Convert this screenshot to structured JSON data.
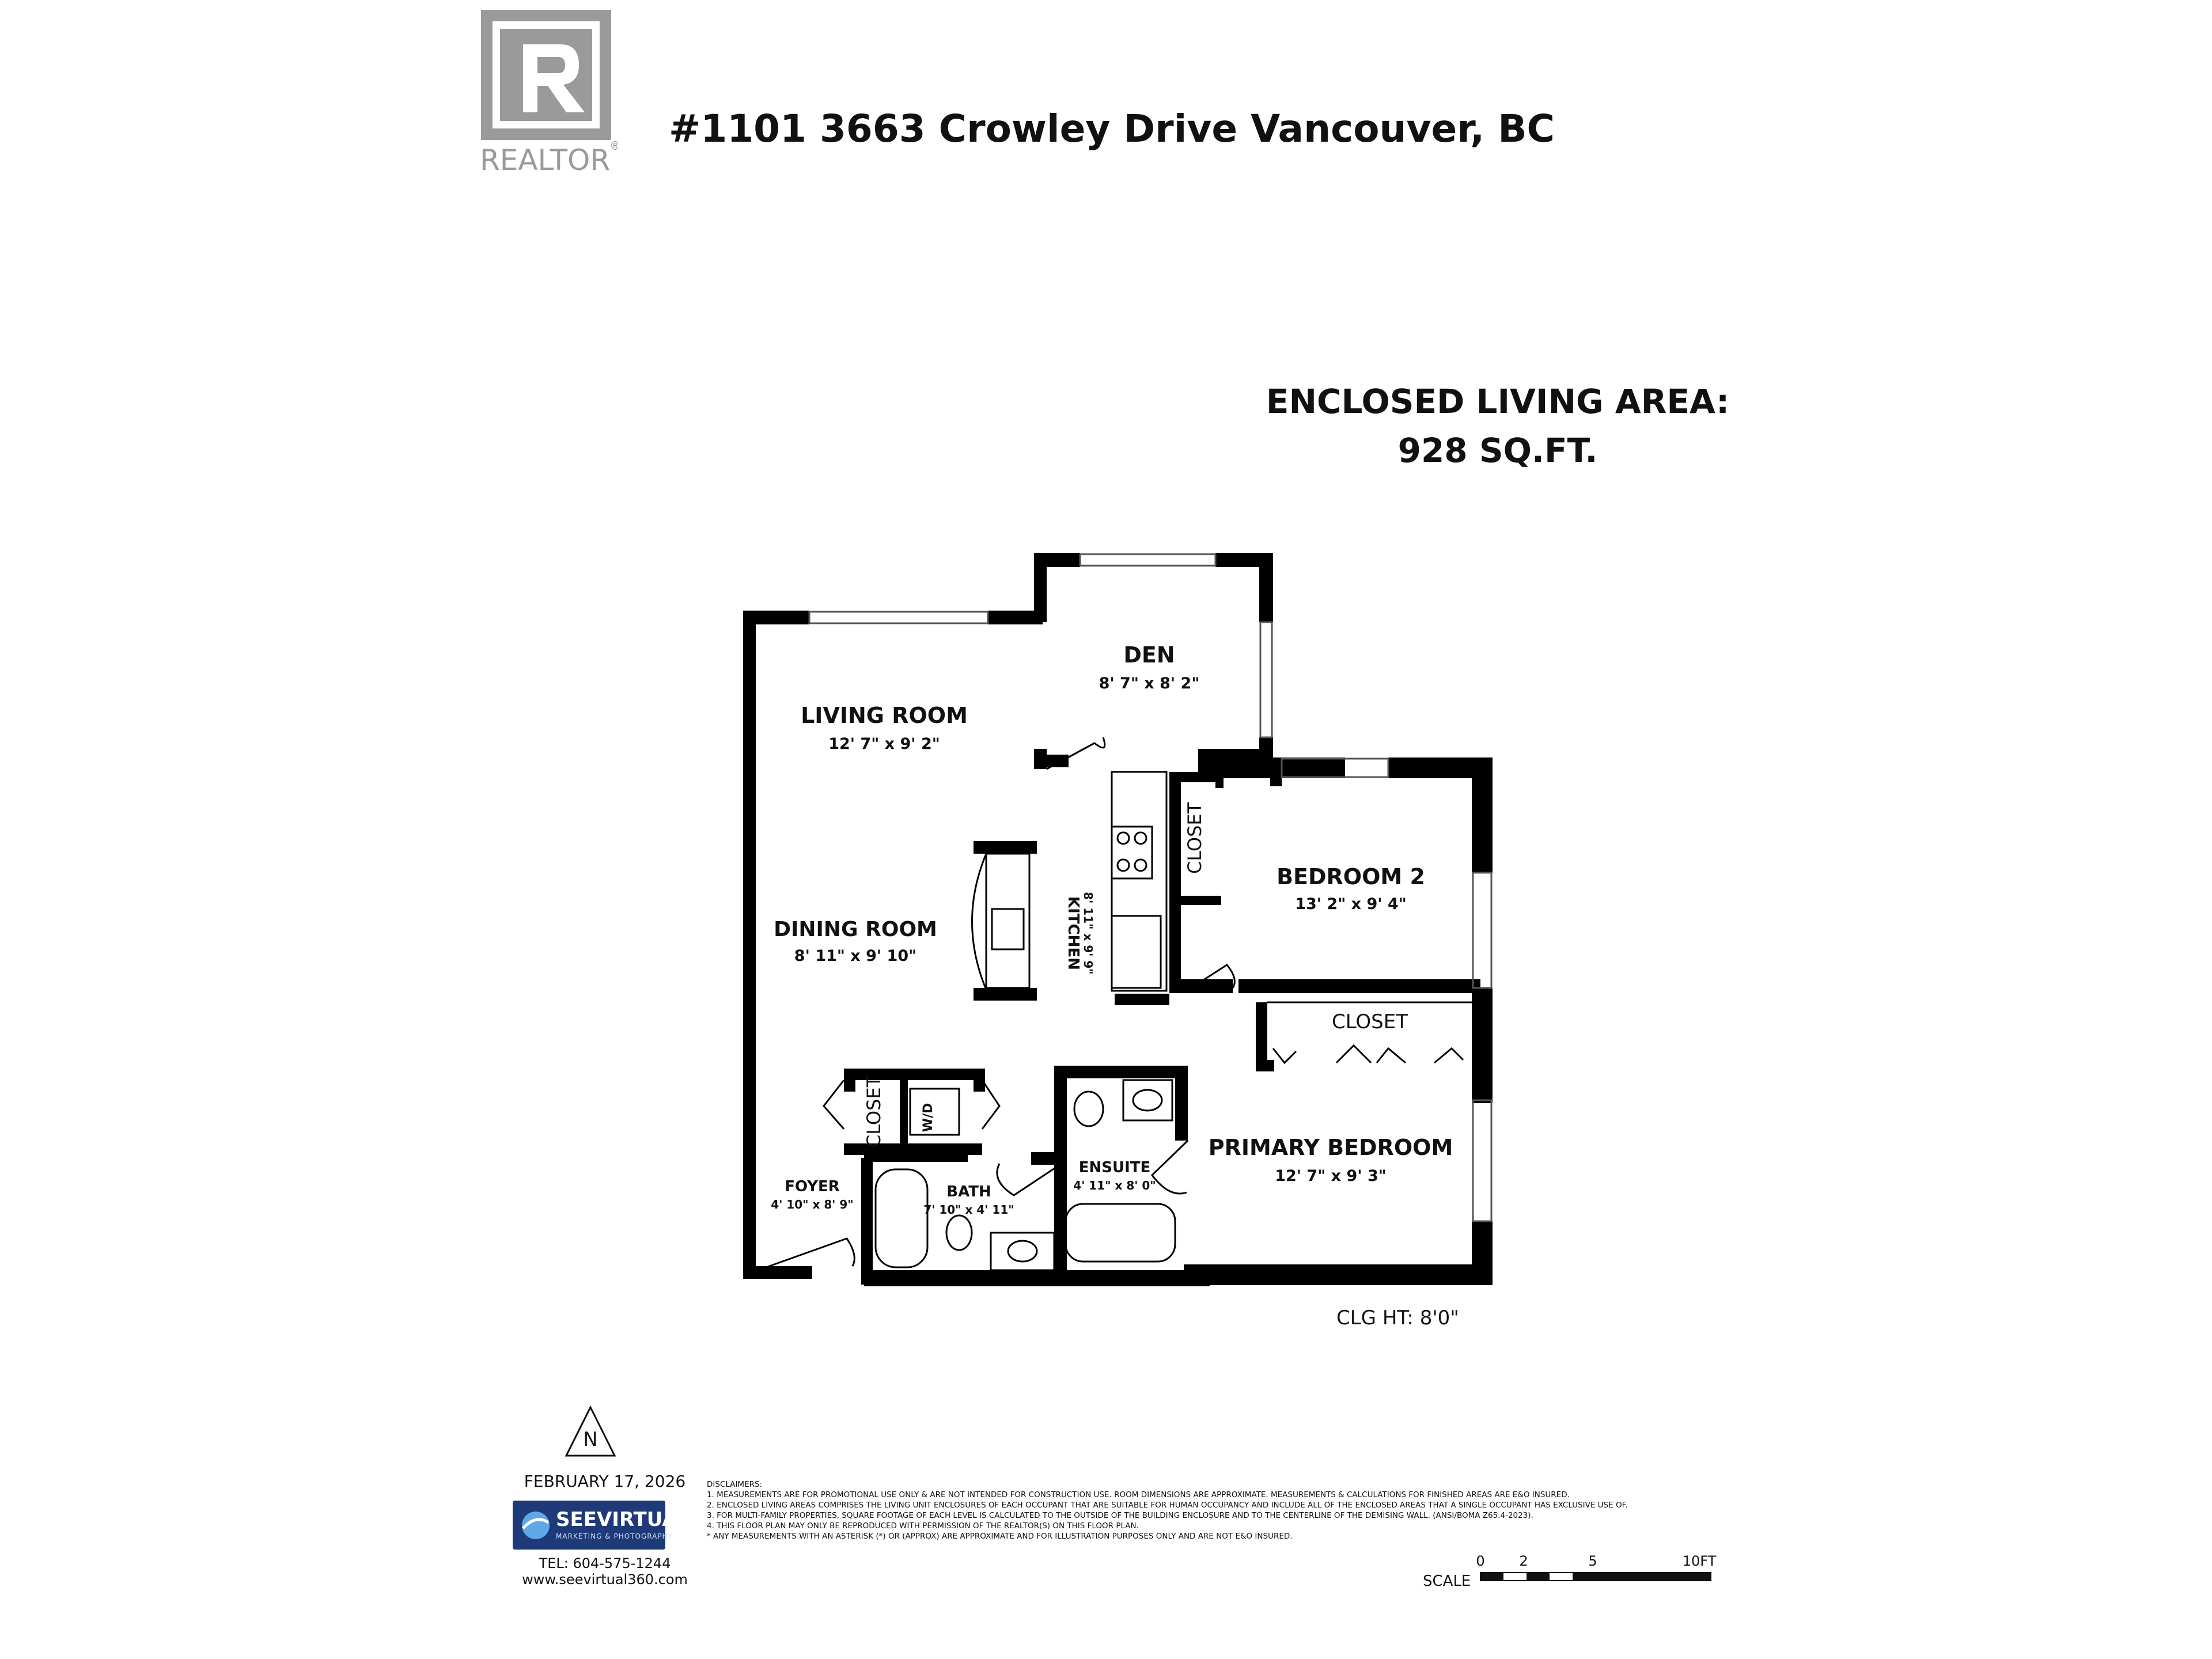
{
  "branding": {
    "realtor_logo_text": "REALTOR",
    "company_name": "SEEVIRTUAL",
    "company_tagline": "MARKETING & PHOTOGRAPHY",
    "tel": "TEL: 604-575-1244",
    "website": "www.seevirtual360.com"
  },
  "address": "#1101 3663 Crowley Drive Vancouver, BC",
  "area": {
    "label": "ENCLOSED LIVING AREA:",
    "value": "928 SQ.FT."
  },
  "rooms": {
    "den": {
      "name": "DEN",
      "dims": "8' 7\" x 8' 2\""
    },
    "living": {
      "name": "LIVING ROOM",
      "dims": "12' 7\" x 9' 2\""
    },
    "dining": {
      "name": "DINING ROOM",
      "dims": "8' 11\" x 9' 10\""
    },
    "kitchen": {
      "name": "KITCHEN",
      "dims": "8' 11\" x 9' 9\""
    },
    "bedroom2": {
      "name": "BEDROOM 2",
      "dims": "13' 2\" x 9' 4\""
    },
    "closet_bedroom2": {
      "name": "CLOSET"
    },
    "closet_primary": {
      "name": "CLOSET"
    },
    "closet_foyer": {
      "name": "CLOSET"
    },
    "wd": {
      "name": "W/D"
    },
    "primary": {
      "name": "PRIMARY BEDROOM",
      "dims": "12' 7\" x 9' 3\""
    },
    "ensuite": {
      "name": "ENSUITE",
      "dims": "4' 11\" x 8' 0\""
    },
    "bath": {
      "name": "BATH",
      "dims": "7' 10\" x 4' 11\""
    },
    "foyer": {
      "name": "FOYER",
      "dims": "4' 10\" x 8' 9\""
    }
  },
  "ceiling_height": "CLG HT: 8'0\"",
  "north_label": "N",
  "date": "FEBRUARY 17, 2026",
  "disclaimers": [
    "DISCLAIMERS:",
    "1. MEASUREMENTS ARE FOR PROMOTIONAL USE ONLY & ARE NOT INTENDED FOR CONSTRUCTION USE. ROOM DIMENSIONS ARE APPROXIMATE. MEASUREMENTS & CALCULATIONS FOR FINISHED AREAS ARE E&O INSURED.",
    "2. ENCLOSED LIVING AREAS COMPRISES THE LIVING UNIT ENCLOSURES OF EACH OCCUPANT THAT ARE SUITABLE FOR HUMAN OCCUPANCY AND INCLUDE ALL OF THE ENCLOSED AREAS THAT A SINGLE OCCUPANT HAS EXCLUSIVE USE OF.",
    "3. FOR MULTI-FAMILY PROPERTIES, SQUARE FOOTAGE OF EACH LEVEL IS CALCULATED TO THE OUTSIDE OF THE BUILDING ENCLOSURE AND TO THE CENTERLINE OF THE DEMISING WALL. (ANSI/BOMA Z65.4-2023).",
    "4. THIS FLOOR PLAN MAY ONLY BE REPRODUCED WITH PERMISSION OF THE REALTOR(S) ON THIS FLOOR PLAN.",
    "* ANY MEASUREMENTS WITH AN ASTERISK (*) OR (APPROX) ARE APPROXIMATE AND FOR ILLUSTRATION PURPOSES ONLY AND ARE NOT E&O INSURED."
  ],
  "scale": {
    "label": "SCALE",
    "ticks": [
      "0",
      "2",
      "5",
      "10FT"
    ]
  },
  "colors": {
    "wall": "#000000",
    "brand": "#1f3a78",
    "logo": "#9a9a9a"
  }
}
